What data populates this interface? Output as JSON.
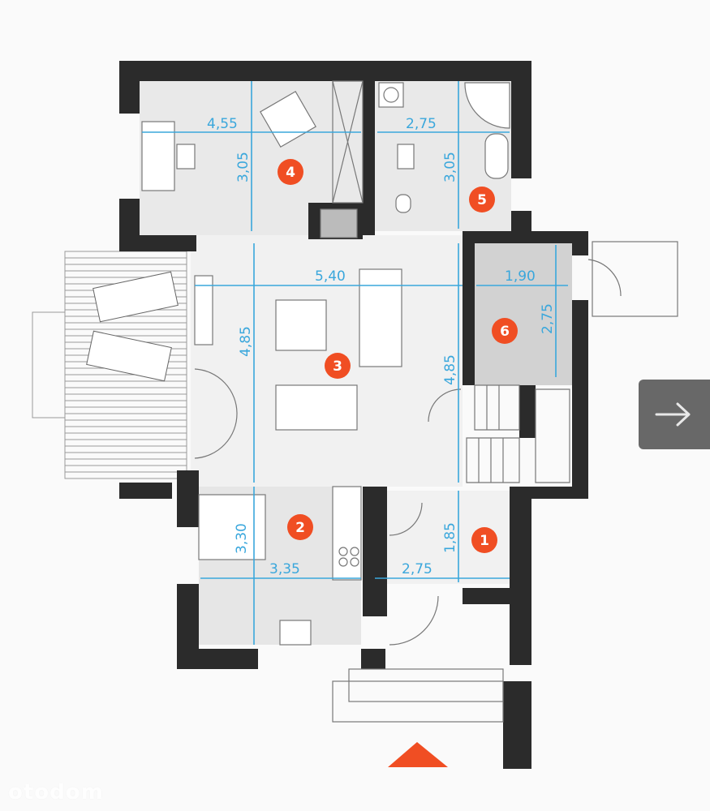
{
  "viewer": {
    "watermark": "otodom",
    "next_button_icon": "arrow-right-icon"
  },
  "colors": {
    "wall": "#2b2b2b",
    "dimension": "#3aa7dc",
    "room_marker": "#f04e23",
    "entrance_marker": "#f04e23"
  },
  "floor_plan": {
    "rooms": [
      {
        "number": "1"
      },
      {
        "number": "2"
      },
      {
        "number": "3"
      },
      {
        "number": "4"
      },
      {
        "number": "5"
      },
      {
        "number": "6"
      }
    ],
    "dimensions": {
      "room4_width": "4,55",
      "room4_depth": "3,05",
      "room5_width": "2,75",
      "room5_depth": "3,05",
      "room3_width": "5,40",
      "room3_depth_left": "4,85",
      "room3_depth_right": "4,85",
      "room6_width": "1,90",
      "room6_depth": "2,75",
      "room2_depth": "3,30",
      "room2_width": "3,35",
      "room1_depth": "1,85",
      "room1_width": "2,75"
    }
  }
}
